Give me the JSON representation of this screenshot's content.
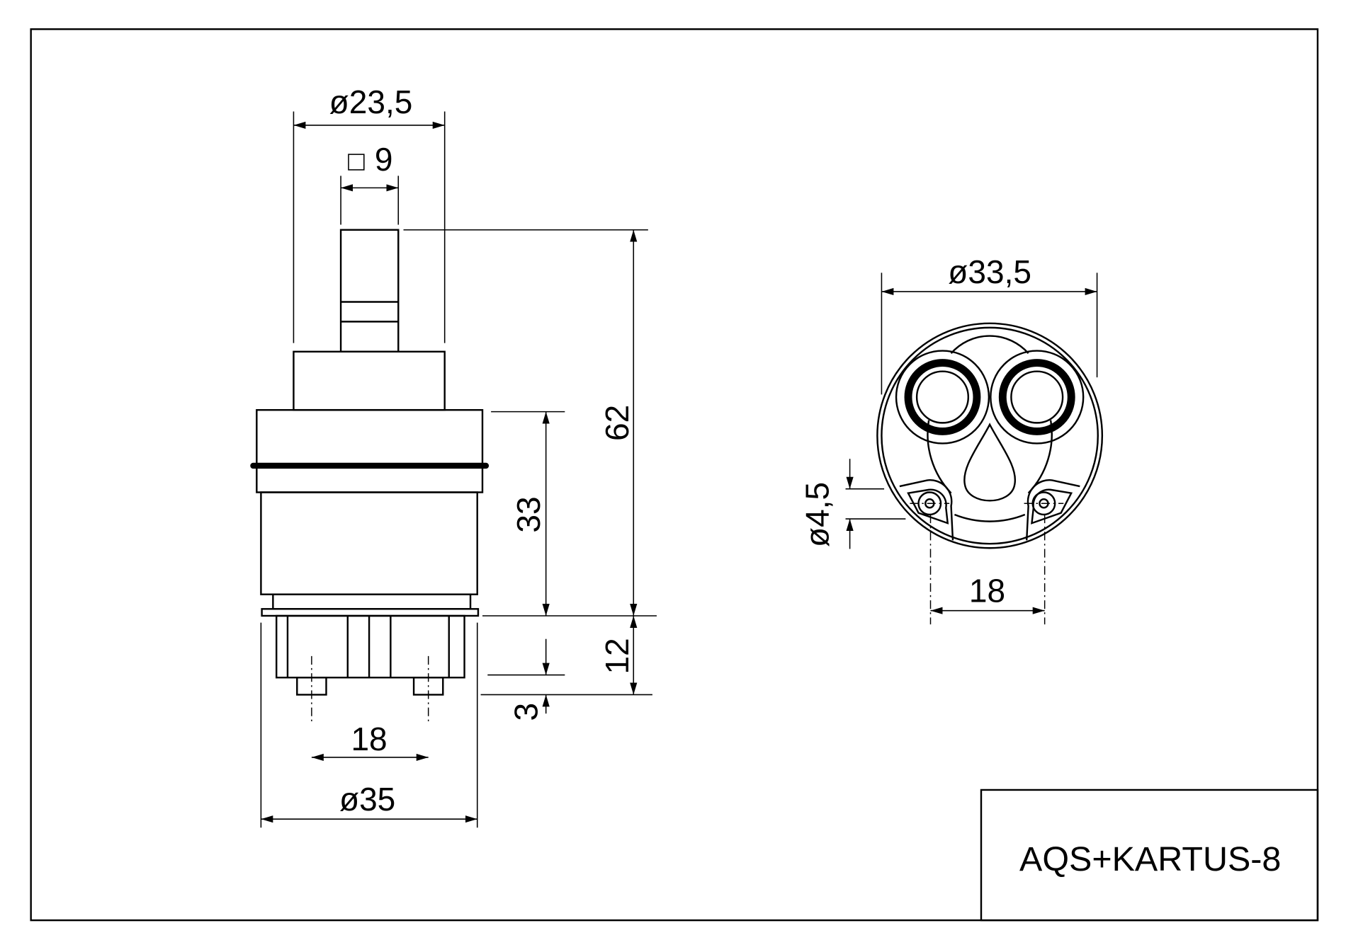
{
  "title_block": {
    "part_name": "AQS+KARTUS-8"
  },
  "side_view": {
    "dims": {
      "stem_diameter": "ø23,5",
      "square_size": "9",
      "total_height": "62",
      "body_height": "33",
      "base_height": "12",
      "pin_height": "3",
      "pin_spacing": "18",
      "body_diameter": "ø35"
    }
  },
  "bottom_view": {
    "dims": {
      "outer_diameter": "ø33,5",
      "hole_diameter": "ø4,5",
      "hole_spacing": "18"
    }
  }
}
